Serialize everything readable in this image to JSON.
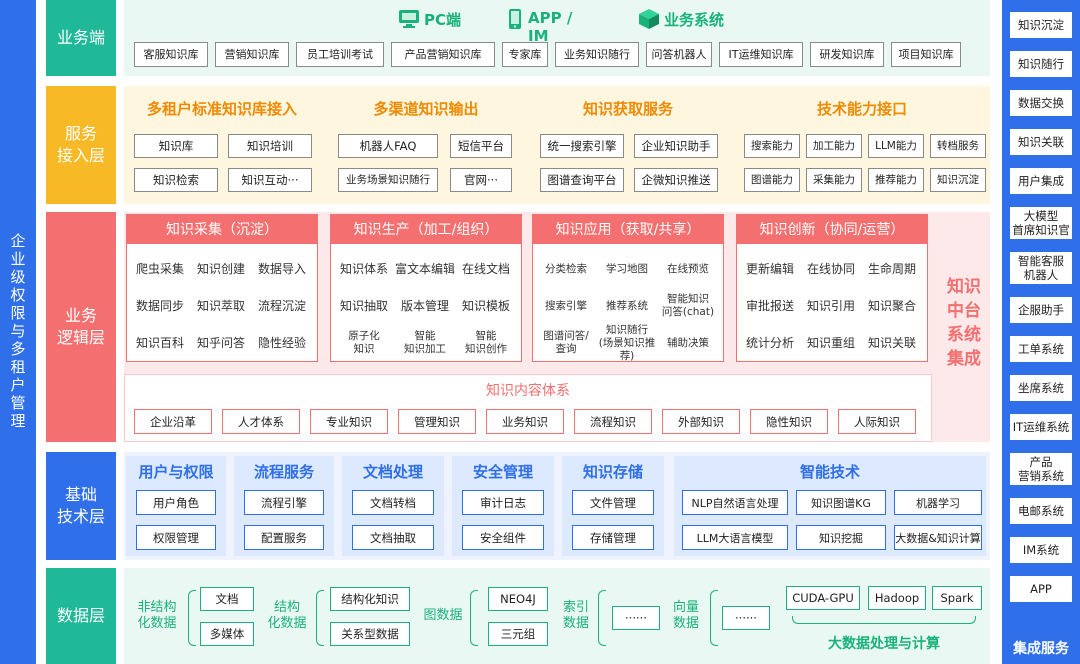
{
  "left_title": "企业级权限与多租户管理",
  "layers": {
    "business_end": "业务端",
    "service_access": "服务\n接入层",
    "business_logic": "业务\n逻辑层",
    "base_tech": "基础\n技术层",
    "data": "数据层"
  },
  "business_end": {
    "pc": "PC端",
    "app": "APP / IM",
    "system": "业务系统",
    "items": [
      "客服知识库",
      "营销知识库",
      "员工培训考试",
      "产品营销知识库",
      "专家库",
      "业务知识随行",
      "问答机器人",
      "IT运维知识库",
      "研发知识库",
      "项目知识库"
    ]
  },
  "service_access": {
    "groups": [
      {
        "title": "多租户标准知识库接入",
        "items": [
          "知识库",
          "知识培训",
          "知识检索",
          "知识互动···"
        ]
      },
      {
        "title": "多渠道知识输出",
        "items": [
          "机器人FAQ",
          "短信平台",
          "业务场景知识随行",
          "官网···"
        ]
      },
      {
        "title": "知识获取服务",
        "items": [
          "统一搜索引擎",
          "企业知识助手",
          "图谱查询平台",
          "企微知识推送"
        ]
      },
      {
        "title": "技术能力接口",
        "items": [
          "搜索能力",
          "加工能力",
          "LLM能力",
          "转档服务",
          "图谱能力",
          "采集能力",
          "推荐能力",
          "知识沉淀"
        ]
      }
    ]
  },
  "logic": {
    "columns": [
      {
        "title": "知识采集（沉淀）",
        "items": [
          "爬虫采集",
          "知识创建",
          "数据导入",
          "数据同步",
          "知识萃取",
          "流程沉淀",
          "知识百科",
          "知乎问答",
          "隐性经验"
        ]
      },
      {
        "title": "知识生产（加工/组织）",
        "items": [
          "知识体系",
          "富文本编辑",
          "在线文档",
          "知识抽取",
          "版本管理",
          "知识模板",
          "原子化\n知识",
          "智能\n知识加工",
          "智能\n知识创作"
        ]
      },
      {
        "title": "知识应用（获取/共享）",
        "items": [
          "分类检索",
          "学习地图",
          "在线预览",
          "搜索引擎",
          "推荐系统",
          "智能知识\n问答(chat)",
          "图谱问答/\n查询",
          "知识随行\n(场景知识推荐)",
          "辅助决策"
        ]
      },
      {
        "title": "知识创新（协同/运营）",
        "items": [
          "更新编辑",
          "在线协同",
          "生命周期",
          "审批报送",
          "知识引用",
          "知识聚合",
          "统计分析",
          "知识重组",
          "知识关联"
        ]
      }
    ],
    "content_title": "知识内容体系",
    "content_items": [
      "企业沿革",
      "人才体系",
      "专业知识",
      "管理知识",
      "业务知识",
      "流程知识",
      "外部知识",
      "隐性知识",
      "人际知识"
    ],
    "side_title": "知识中台系统集成"
  },
  "base": {
    "groups": [
      {
        "title": "用户与权限",
        "items": [
          "用户角色",
          "权限管理"
        ]
      },
      {
        "title": "流程服务",
        "items": [
          "流程引擎",
          "配置服务"
        ]
      },
      {
        "title": "文档处理",
        "items": [
          "文档转档",
          "文档抽取"
        ]
      },
      {
        "title": "安全管理",
        "items": [
          "审计日志",
          "安全组件"
        ]
      },
      {
        "title": "知识存储",
        "items": [
          "文件管理",
          "存储管理"
        ]
      },
      {
        "title": "智能技术",
        "items": [
          "NLP自然语言处理",
          "知识图谱KG",
          "机器学习",
          "LLM大语言模型",
          "知识挖掘",
          "大数据&知识计算"
        ]
      }
    ]
  },
  "data_layer": {
    "unstructured": {
      "label": "非结构\n化数据",
      "items": [
        "文档",
        "多媒体"
      ]
    },
    "structured": {
      "label": "结构\n化数据",
      "items": [
        "结构化知识",
        "关系型数据"
      ]
    },
    "graph": {
      "label": "图数据",
      "items": [
        "NEO4J",
        "三元组"
      ]
    },
    "index": {
      "label": "索引\n数据",
      "items": [
        "······"
      ]
    },
    "vector": {
      "label": "向量\n数据",
      "items": [
        "······"
      ]
    },
    "bigdata": {
      "items": [
        "CUDA-GPU",
        "Hadoop",
        "Spark"
      ],
      "label": "大数据处理与计算"
    }
  },
  "integration": {
    "items": [
      "知识沉淀",
      "知识随行",
      "数据交换",
      "知识关联",
      "用户集成",
      "大模型\n首席知识官",
      "智能客服\n机器人",
      "企服助手",
      "工单系统",
      "坐席系统",
      "IT运维系统",
      "产品\n营销系统",
      "电邮系统",
      "IM系统",
      "APP"
    ],
    "title": "集成服务"
  },
  "colors": {
    "blue": "#2f6fea",
    "green": "#19b27a",
    "orange": "#f08a00",
    "red": "#f46f6f",
    "teal": "#1fb99a",
    "yellow": "#f8b926"
  }
}
